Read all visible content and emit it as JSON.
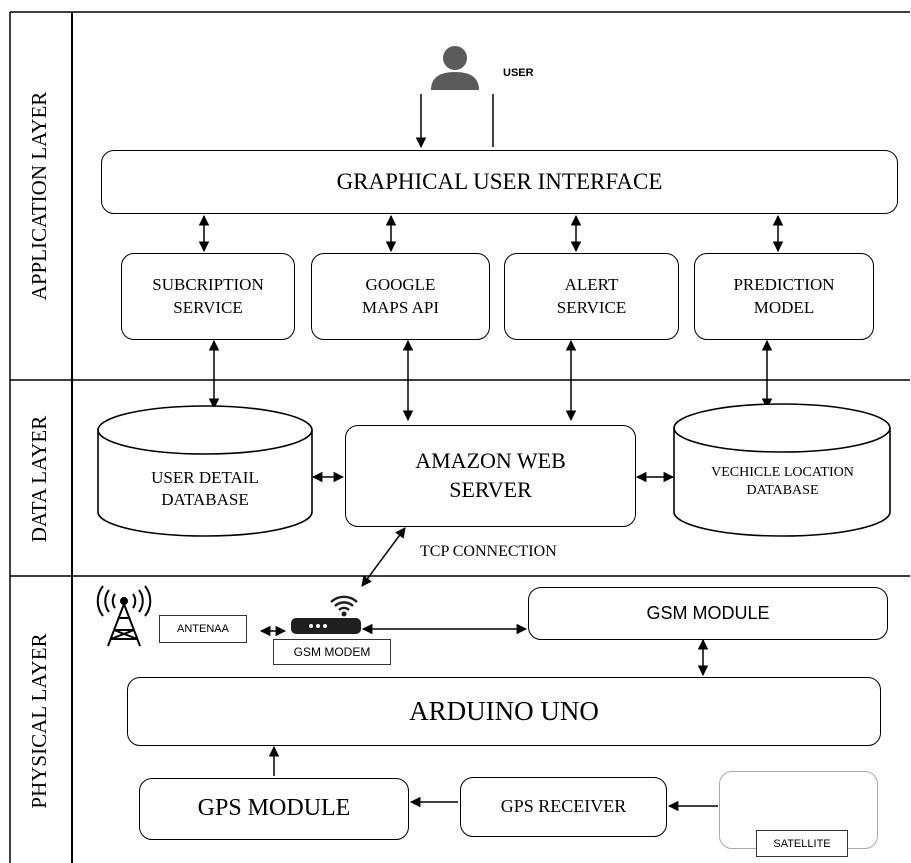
{
  "layers": {
    "application": "APPLICATION LAYER",
    "data": "DATA LAYER",
    "physical": "PHYSICAL LAYER"
  },
  "user": {
    "label": "USER"
  },
  "gui": {
    "label": "GRAPHICAL USER INTERFACE"
  },
  "services": {
    "subscription": "SUBCRIPTION\nSERVICE",
    "google_maps": "GOOGLE\nMAPS API",
    "alert": "ALERT\nSERVICE",
    "prediction": "PREDICTION\nMODEL"
  },
  "data_layer": {
    "user_db": "USER DETAIL\nDATABASE",
    "server": "AMAZON WEB\nSERVER",
    "vehicle_db": "VECHICLE LOCATION\nDATABASE"
  },
  "physical_layer": {
    "tcp": "TCP CONNECTION",
    "antenna": "ANTENAA",
    "gsm_modem": "GSM MODEM",
    "gsm_module": "GSM MODULE",
    "arduino": "ARDUINO UNO",
    "gps_module": "GPS MODULE",
    "gps_receiver": "GPS RECEIVER",
    "satellite": "SATELLITE"
  },
  "icons": {
    "user": "user-icon",
    "antenna": "antenna-tower-icon",
    "modem": "wifi-modem-icon",
    "satellite": "satellite-icon"
  }
}
